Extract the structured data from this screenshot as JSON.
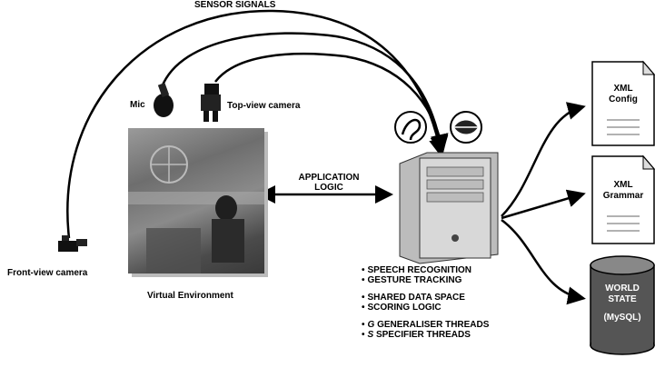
{
  "title": "SENSOR SIGNALS",
  "application_logic": [
    "APPLICATION",
    "LOGIC"
  ],
  "mic_label": "Mic",
  "top_view_label": "Top-view camera",
  "front_view_label": "Front-view camera",
  "virtual_env_label": "Virtual Environment",
  "bullets_group1": [
    "SPEECH RECOGNITION",
    "GESTURE TRACKING"
  ],
  "bullets_group2": [
    "SHARED DATA SPACE",
    "SCORING LOGIC"
  ],
  "bullets_group3_prefix": [
    "G",
    "S"
  ],
  "bullets_group3_rest": [
    " GENERALISER THREADS",
    " SPECIFIER THREADS"
  ],
  "xml_config": [
    "XML",
    "Config"
  ],
  "xml_grammar": [
    "XML",
    "Grammar"
  ],
  "world_state": [
    "WORLD",
    "STATE",
    "(MySQL)"
  ],
  "colors": {
    "arrow": "#000000",
    "db_fill": "#555555",
    "pc_fill": "#d8d8d8"
  },
  "icons": [
    "mic-icon",
    "top-view-camera-icon",
    "front-view-camera-icon",
    "computer-icon",
    "ear-icon",
    "lips-icon",
    "document-icon",
    "database-icon"
  ]
}
